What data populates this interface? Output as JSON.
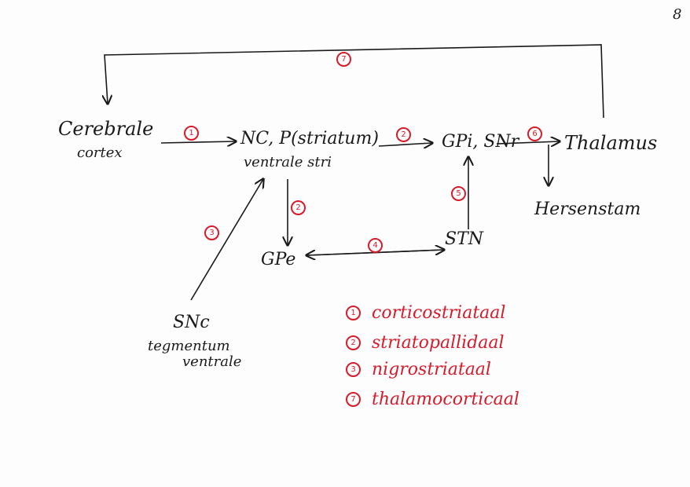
{
  "page_number": "8",
  "nodes": {
    "cortex_line1": "Cerebrale",
    "cortex_line2": "cortex",
    "striatum": "NC, P(striatum)",
    "ventral_striatum": "ventrale stri",
    "gpi_snr": "GPi, SNr",
    "thalamus": "Thalamus",
    "brainstem": "Hersenstam",
    "gpe": "GPe",
    "stn": "STN",
    "snc": "SNc",
    "vta_line1": "tegmentum",
    "vta_line2": "ventrale"
  },
  "pathway_numbers": {
    "thalamocortical": "7",
    "cortex_striatum": "1",
    "striatum_gpi": "2",
    "striatum_gpe": "2",
    "snc_striatum": "3",
    "gpe_stn": "4",
    "stn_gpi": "5",
    "gpi_thalamus": "6"
  },
  "legend": [
    {
      "num": "1",
      "label": "corticostriataal"
    },
    {
      "num": "2",
      "label": "striatopallidaal"
    },
    {
      "num": "3",
      "label": "nigrostriataal"
    },
    {
      "num": "7",
      "label": "thalamocorticaal"
    }
  ],
  "colors": {
    "ink": "#1a1a1a",
    "red": "#d81b2a"
  }
}
